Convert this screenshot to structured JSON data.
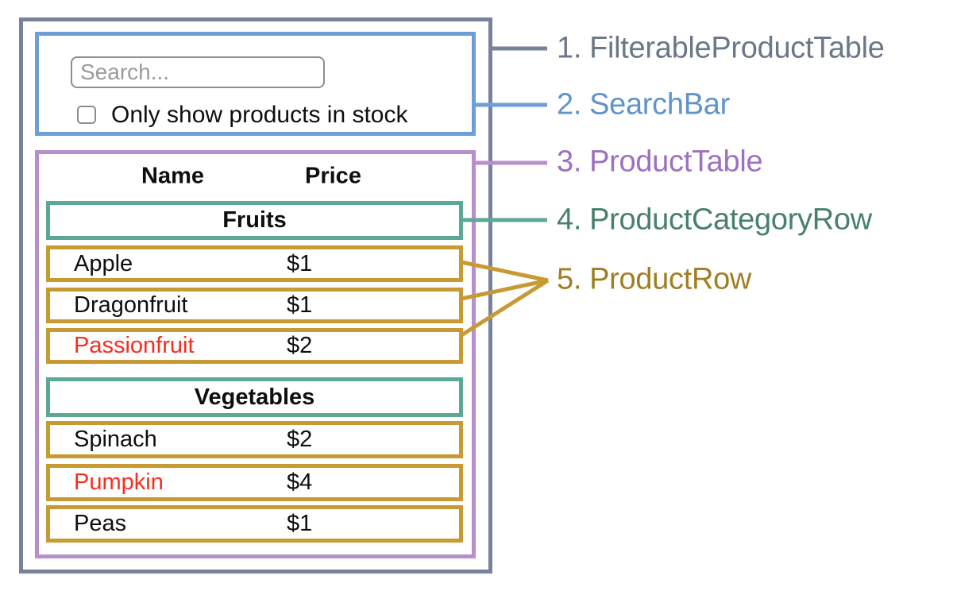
{
  "colors": {
    "filterable_product_table_border": "#78829b",
    "search_bar_border": "#6d9ed6",
    "product_table_border": "#b78fcc",
    "product_category_row_border": "#5ca897",
    "product_row_border": "#c79a34",
    "legend_text_1": "#6b7889",
    "legend_text_2": "#6093c9",
    "legend_text_3": "#9d70c0",
    "legend_text_4": "#47806e",
    "legend_text_5": "#a07e24",
    "out_of_stock_text": "#f92d1e"
  },
  "search_bar": {
    "placeholder": "Search...",
    "checkbox_label": "Only show products in stock",
    "checkbox_checked": false
  },
  "product_table": {
    "headers": {
      "name": "Name",
      "price": "Price"
    },
    "sections": [
      {
        "category": "Fruits",
        "rows": [
          {
            "name": "Apple",
            "price": "$1",
            "out_of_stock": false
          },
          {
            "name": "Dragonfruit",
            "price": "$1",
            "out_of_stock": false
          },
          {
            "name": "Passionfruit",
            "price": "$2",
            "out_of_stock": true
          }
        ]
      },
      {
        "category": "Vegetables",
        "rows": [
          {
            "name": "Spinach",
            "price": "$2",
            "out_of_stock": false
          },
          {
            "name": "Pumpkin",
            "price": "$4",
            "out_of_stock": true
          },
          {
            "name": "Peas",
            "price": "$1",
            "out_of_stock": false
          }
        ]
      }
    ]
  },
  "legend": {
    "items": [
      {
        "number": "1.",
        "label": "FilterableProductTable"
      },
      {
        "number": "2.",
        "label": "SearchBar"
      },
      {
        "number": "3.",
        "label": "ProductTable"
      },
      {
        "number": "4.",
        "label": "ProductCategoryRow"
      },
      {
        "number": "5.",
        "label": "ProductRow"
      }
    ]
  }
}
